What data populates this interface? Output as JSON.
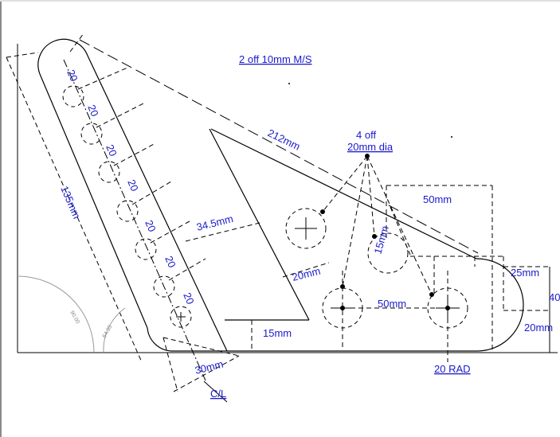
{
  "notes": {
    "quantity_material": "2 off 10mm M/S",
    "holes_count": "4 off",
    "holes_dia": "20mm dia"
  },
  "dimensions": {
    "long_edge": "135mm",
    "hypotenuse": "212mm",
    "slot_offset": "34.5mm",
    "hole_pitch_1": "20",
    "hole_pitch_2": "20",
    "hole_pitch_3": "20",
    "hole_pitch_4": "20",
    "hole_pitch_5": "20",
    "hole_pitch_6": "20",
    "hole_pitch_7": "20",
    "slot_width": "30mm",
    "centre_line": "C/L",
    "cutout_gap": "20mm",
    "cutout_height": "15mm",
    "hole_spacing_h": "50mm",
    "hole_spacing_top": "50mm",
    "hole_spacing_v": "15mm",
    "end_radius": "20 RAD",
    "right_upper": "25mm",
    "right_total": "40",
    "right_lower": "20mm",
    "angle_1": "90.00",
    "angle_2": "64.35"
  }
}
